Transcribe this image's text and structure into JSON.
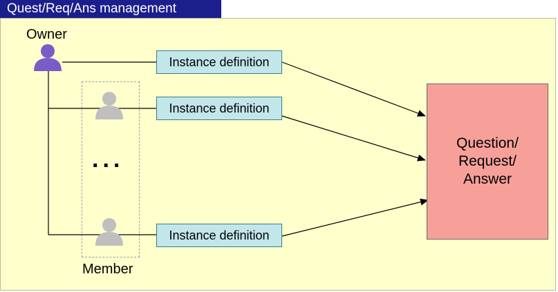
{
  "header": {
    "title": "Quest/Req/Ans management"
  },
  "owner": {
    "label": "Owner",
    "icon": "person-icon",
    "color": "#7a5bc7"
  },
  "member": {
    "label": "Member",
    "icon": "person-icon",
    "color": "#bfbfbf",
    "ellipsis": "..."
  },
  "instances": [
    {
      "label": "Instance definition"
    },
    {
      "label": "Instance definition"
    },
    {
      "label": "Instance definition"
    }
  ],
  "target": {
    "label": "Question/\nRequest/\nAnswer"
  },
  "colors": {
    "header_bg": "#1a1f8c",
    "panel_bg": "#ffffcc",
    "instance_bg": "#c3e6ea",
    "target_bg": "#f7a09a"
  }
}
